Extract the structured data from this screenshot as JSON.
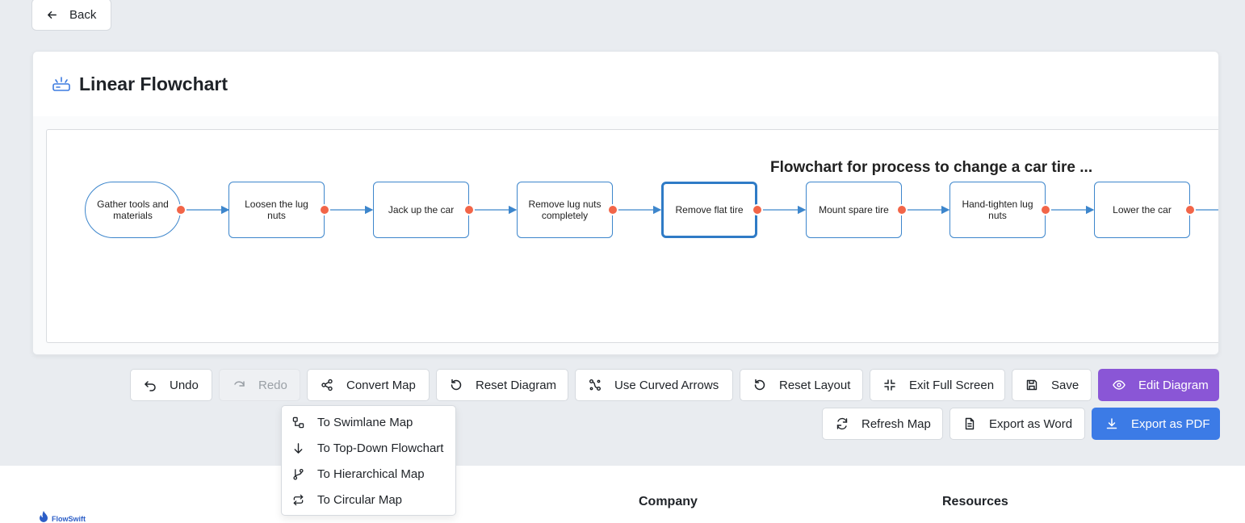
{
  "back_label": "Back",
  "card": {
    "title": "Linear Flowchart"
  },
  "diagram": {
    "title": "Flowchart for process to change a car tire ...",
    "nodes": [
      "Gather tools and materials",
      "Loosen the lug nuts",
      "Jack up the car",
      "Remove lug nuts completely",
      "Remove flat tire",
      "Mount spare tire",
      "Hand-tighten lug nuts",
      "Lower the car"
    ]
  },
  "toolbar": {
    "undo": "Undo",
    "redo": "Redo",
    "convert_map": "Convert Map",
    "reset_diagram": "Reset Diagram",
    "curved_arrows": "Use Curved Arrows",
    "reset_layout": "Reset Layout",
    "exit_fullscreen": "Exit Full Screen",
    "save": "Save",
    "edit_diagram": "Edit Diagram",
    "refresh_map": "Refresh Map",
    "export_word": "Export as Word",
    "export_pdf": "Export as PDF"
  },
  "convert_menu": [
    "To Swimlane Map",
    "To Top-Down Flowchart",
    "To Hierarchical Map",
    "To Circular Map"
  ],
  "footer": {
    "logo_text": "FlowSwift",
    "company": "Company",
    "resources": "Resources"
  },
  "colors": {
    "node_border": "#3d86cc",
    "connector_dot": "#f26548",
    "edit_button": "#8a56d6",
    "export_pdf_button": "#3c7be6"
  }
}
